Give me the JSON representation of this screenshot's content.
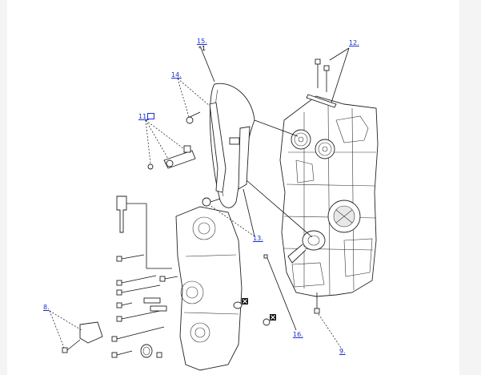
{
  "callouts": {
    "c15": "15.",
    "c15_note": "*1",
    "c14": "14.",
    "c12": "12.",
    "c11": "11.",
    "c13": "13.",
    "c8": "8.",
    "c16": "16.",
    "c9": "9."
  },
  "icons": {
    "replace_mark": "x-box-icon",
    "book": "book-icon"
  }
}
